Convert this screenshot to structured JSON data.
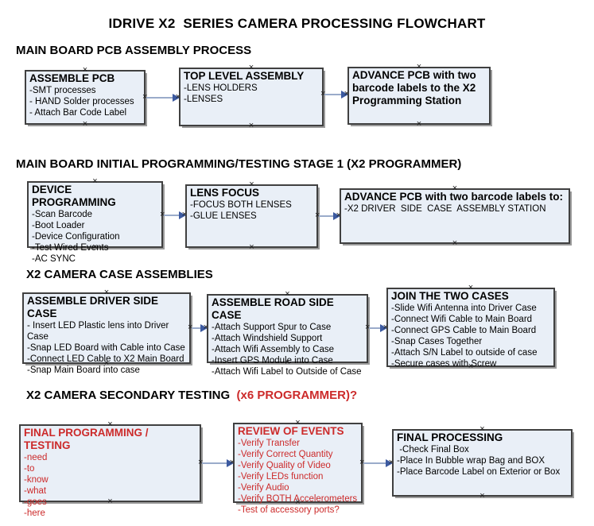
{
  "title": "IDRIVE X2  SERIES CAMERA PROCESSING FLOWCHART",
  "colors": {
    "red_accent": "#cc2a2a",
    "box_fill": "#e9eff7",
    "box_border": "#404040",
    "box_shadow": "#9b9b9b",
    "connector_line": "#9aabca",
    "connector_arrow": "#3c5aa0"
  },
  "sections": [
    {
      "header": "MAIN BOARD PCB ASSEMBLY PROCESS",
      "boxes": [
        {
          "title": "ASSEMBLE PCB",
          "items": [
            "-SMT processes",
            "- HAND Solder processes",
            "- Attach Bar Code Label"
          ]
        },
        {
          "title": "TOP LEVEL ASSEMBLY",
          "items": [
            "-LENS HOLDERS",
            "-LENSES"
          ]
        },
        {
          "title": "ADVANCE PCB with two barcode labels to the X2 Programming Station",
          "items": []
        }
      ]
    },
    {
      "header": "MAIN BOARD INITIAL PROGRAMMING/TESTING STAGE 1 (X2 PROGRAMMER)",
      "boxes": [
        {
          "title": "DEVICE PROGRAMMING",
          "items": [
            "-Scan Barcode",
            "-Boot Loader",
            "-Device Configuration",
            "-Test Wired Events",
            "-AC SYNC"
          ]
        },
        {
          "title": "LENS FOCUS",
          "items": [
            "-FOCUS BOTH LENSES",
            "-GLUE LENSES"
          ]
        },
        {
          "title": "ADVANCE PCB with two barcode labels to:",
          "items": [
            "-X2 DRIVER  SIDE  CASE  ASSEMBLY STATION"
          ]
        }
      ]
    },
    {
      "header": "X2 CAMERA CASE ASSEMBLIES",
      "boxes": [
        {
          "title": "ASSEMBLE DRIVER SIDE CASE",
          "items": [
            "- Insert LED Plastic lens into Driver Case",
            "-Snap LED Board with Cable into Case",
            "-Connect LED Cable to X2 Main Board",
            "-Snap Main Board into case"
          ]
        },
        {
          "title": "ASSEMBLE ROAD SIDE CASE",
          "items": [
            "-Attach Support Spur to Case",
            "-Attach Windshield Support",
            "-Attach Wifi Assembly to Case",
            "-Insert GPS Module into Case",
            "-Attach Wifi Label to Outside of Case"
          ]
        },
        {
          "title": "JOIN THE TWO CASES",
          "items": [
            "-Slide Wifi Antenna into Driver Case",
            "-Connect Wifi Cable to Main Board",
            "-Connect GPS Cable to Main Board",
            "-Snap Cases Together",
            "-Attach S/N Label to outside of case",
            "-Secure cases with Screw"
          ]
        }
      ]
    },
    {
      "header": "X2 CAMERA SECONDARY TESTING ",
      "header_accent": " (x6 PROGRAMMER)?",
      "boxes": [
        {
          "title": "FINAL PROGRAMMING / TESTING",
          "items": [
            "-need",
            "-to",
            "-know",
            "-what",
            "-goes",
            "-here"
          ]
        },
        {
          "title": "REVIEW OF EVENTS",
          "items": [
            "-Verify Transfer",
            "-Verify Correct Quantity",
            "-Verify Quality of Video",
            "-Verify LEDs function",
            "-Verify Audio",
            "-Verify BOTH Accelerometers",
            "-Test of accessory ports?"
          ]
        },
        {
          "title": "FINAL PROCESSING",
          "items": [
            " -Check Final Box",
            "-Place In Bubble wrap Bag and BOX",
            "-Place Barcode Label on Exterior or Box"
          ]
        }
      ]
    }
  ]
}
